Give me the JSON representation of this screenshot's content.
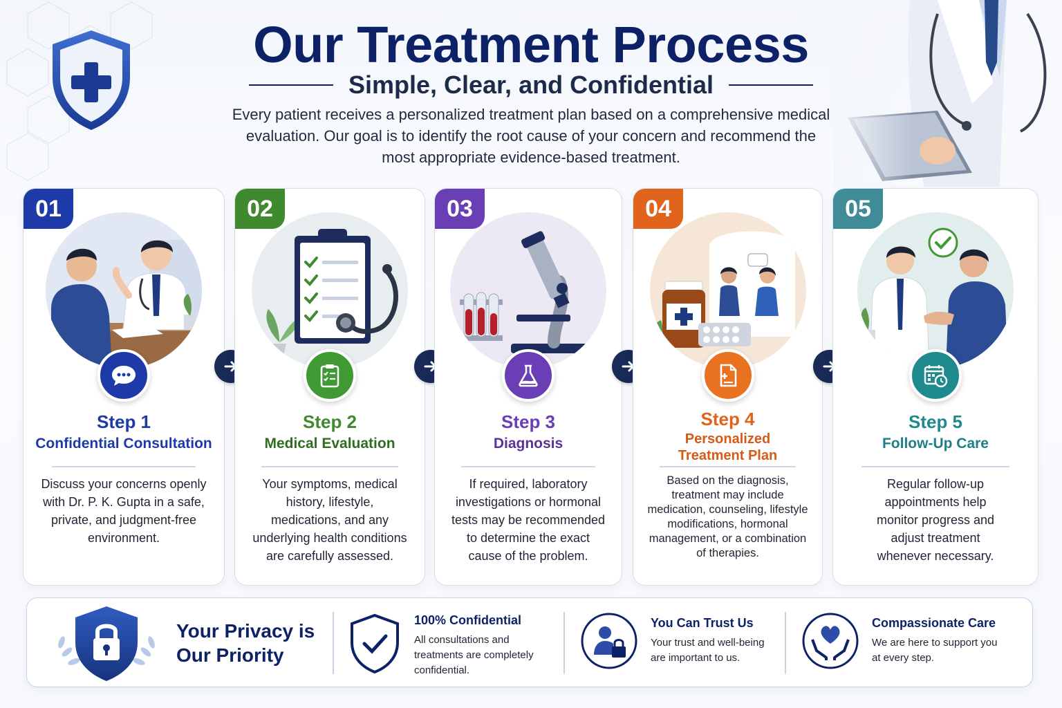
{
  "header": {
    "title": "Our Treatment Process",
    "subtitle": "Simple, Clear, and Confidential",
    "intro": "Every patient receives a personalized treatment plan based on a comprehensive medical evaluation. Our goal is to identify the root cause of your concern and recommend the most appropriate evidence-based treatment."
  },
  "steps": [
    {
      "number": "01",
      "label": "Step 1",
      "title": "Confidential Consultation",
      "description": "Discuss your concerns openly with Dr.  P. K. Gupta in a safe, private, and judgment-free environment.",
      "color": "#1e3aa8",
      "icon": "chat-bubble-icon"
    },
    {
      "number": "02",
      "label": "Step 2",
      "title": "Medical Evaluation",
      "description": "Your symptoms, medical history, lifestyle, medications, and any underlying health conditions are carefully assessed.",
      "color": "#3f8a2e",
      "icon": "clipboard-checklist-icon"
    },
    {
      "number": "03",
      "label": "Step 3",
      "title": "Diagnosis",
      "description": "If required, laboratory investigations or hormonal tests may be recommended to determine the exact cause of the problem.",
      "color": "#6a3fb5",
      "icon": "lab-flask-icon"
    },
    {
      "number": "04",
      "label": "Step 4",
      "title": "Personalized Treatment Plan",
      "description": "Based on the diagnosis, treatment may include medication, counseling, lifestyle modifications, hormonal management, or a combination of therapies.",
      "color": "#e0641c",
      "icon": "medical-document-icon"
    },
    {
      "number": "05",
      "label": "Step 5",
      "title": "Follow-Up Care",
      "description": "Regular follow-up appointments help monitor progress and adjust treatment whenever necessary.",
      "color": "#1f8a8e",
      "icon": "calendar-clock-icon"
    }
  ],
  "privacy": {
    "heading": "Your Privacy is Our Priority",
    "features": [
      {
        "title": "100% Confidential",
        "text": "All consultations and treatments are completely confidential.",
        "icon": "shield-check-icon"
      },
      {
        "title": "You Can Trust Us",
        "text": "Your trust and well-being are important to us.",
        "icon": "user-lock-icon"
      },
      {
        "title": "Compassionate Care",
        "text": "We are here to support you at every step.",
        "icon": "hands-heart-icon"
      }
    ]
  },
  "colors": {
    "navy": "#0d2266",
    "arrow": "#1a2a56"
  }
}
